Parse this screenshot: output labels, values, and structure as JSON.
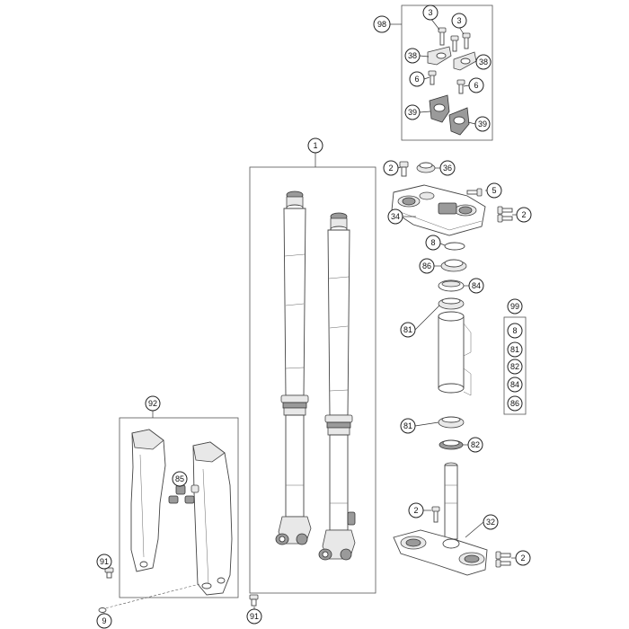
{
  "callouts": {
    "c98": "98",
    "c3a": "3",
    "c3b": "3",
    "c38a": "38",
    "c38b": "38",
    "c6a": "6",
    "c6b": "6",
    "c39a": "39",
    "c39b": "39",
    "c1": "1",
    "c2a": "2",
    "c36": "36",
    "c5": "5",
    "c34": "34",
    "c2b": "2",
    "c8": "8",
    "c86": "86",
    "c84": "84",
    "c81a": "81",
    "c99": "99",
    "c81b": "81",
    "c82": "82",
    "c92": "92",
    "c85": "85",
    "c2c": "2",
    "c32": "32",
    "c2d": "2",
    "c91a": "91",
    "c9": "9",
    "c91b": "91"
  },
  "kit99": [
    "8",
    "81",
    "82",
    "84",
    "86"
  ]
}
